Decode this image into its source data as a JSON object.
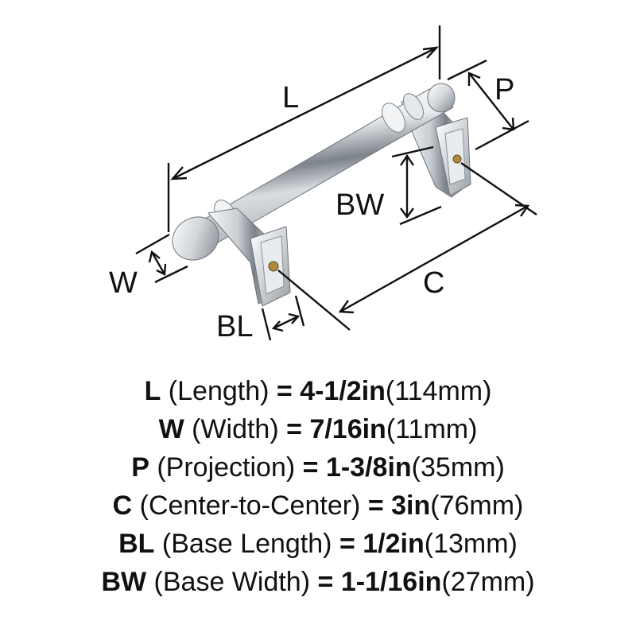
{
  "diagram": {
    "labels": {
      "L": "L",
      "P": "P",
      "BW": "BW",
      "W": "W",
      "C": "C",
      "BL": "BL"
    }
  },
  "specs": [
    {
      "code": "L",
      "name": "(Length)",
      "eq": "=",
      "imperial": "4-1/2in",
      "metric": "(114mm)"
    },
    {
      "code": "W",
      "name": "(Width)",
      "eq": "=",
      "imperial": "7/16in",
      "metric": "(11mm)"
    },
    {
      "code": "P",
      "name": "(Projection)",
      "eq": "=",
      "imperial": "1-3/8in",
      "metric": "(35mm)"
    },
    {
      "code": "C",
      "name": "(Center-to-Center)",
      "eq": "=",
      "imperial": "3in",
      "metric": "(76mm)"
    },
    {
      "code": "BL",
      "name": "(Base Length)",
      "eq": "=",
      "imperial": "1/2in",
      "metric": "(13mm)"
    },
    {
      "code": "BW",
      "name": "(Base Width)",
      "eq": "=",
      "imperial": "1-1/16in",
      "metric": "(27mm)"
    }
  ],
  "colors": {
    "ink": "#111111",
    "chrome_light": "#f4f5f7",
    "chrome_dark": "#8a8f96",
    "brass": "#b08a3a"
  }
}
